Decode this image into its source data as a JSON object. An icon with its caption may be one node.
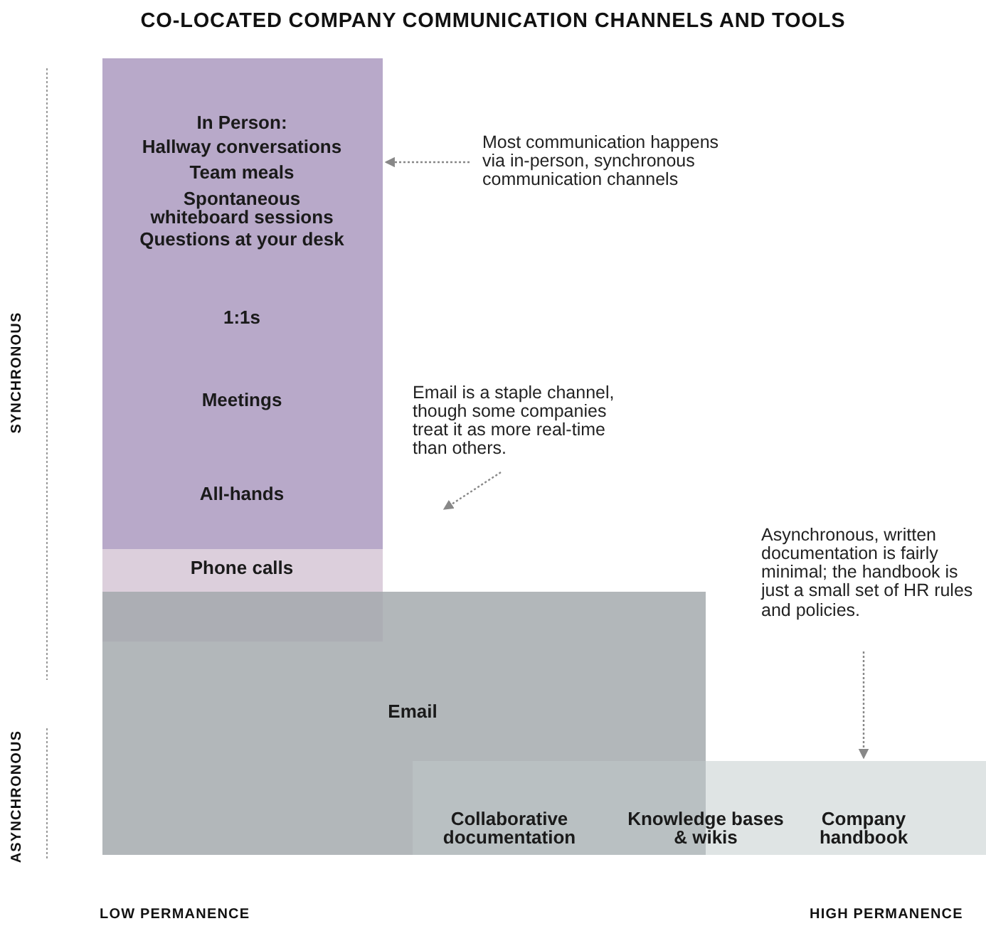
{
  "diagram": {
    "title": "CO-LOCATED COMPANY COMMUNICATION CHANNELS AND TOOLS",
    "nodes": [
      {
        "text": [
          "In Person:",
          "Hallway conversations",
          "Team meals",
          "Spontaneous whiteboard sessions",
          "Questions at your desk",
          "1:1s",
          "Meetings",
          "All-hands"
        ]
      },
      {
        "text": [
          "Phone calls"
        ]
      },
      {
        "text": [
          "Email"
        ]
      },
      {
        "text": [
          "Collaborative documentation",
          "Knowledge bases & wikis",
          "Company handbook"
        ]
      },
      {
        "text": [
          "Most communication happens via in-person, synchronous communication channels"
        ]
      },
      {
        "text": [
          "Email is a staple channel, though some companies treat it as more real-time than others."
        ]
      },
      {
        "text": [
          "Asynchronous, written documentation is fairly minimal; the handbook is just a small set of HR rules and policies."
        ]
      }
    ],
    "edges": [
      {
        "from": 4,
        "to": 0,
        "arrow": "to"
      },
      {
        "from": 5,
        "to": null,
        "arrow": "to"
      },
      {
        "from": 6,
        "to": 3,
        "arrow": "to"
      }
    ],
    "labels": [
      "SYNCHRONOUS",
      "ASYNCHRONOUS",
      "LOW PERMANENCE",
      "HIGH PERMANENCE"
    ]
  }
}
